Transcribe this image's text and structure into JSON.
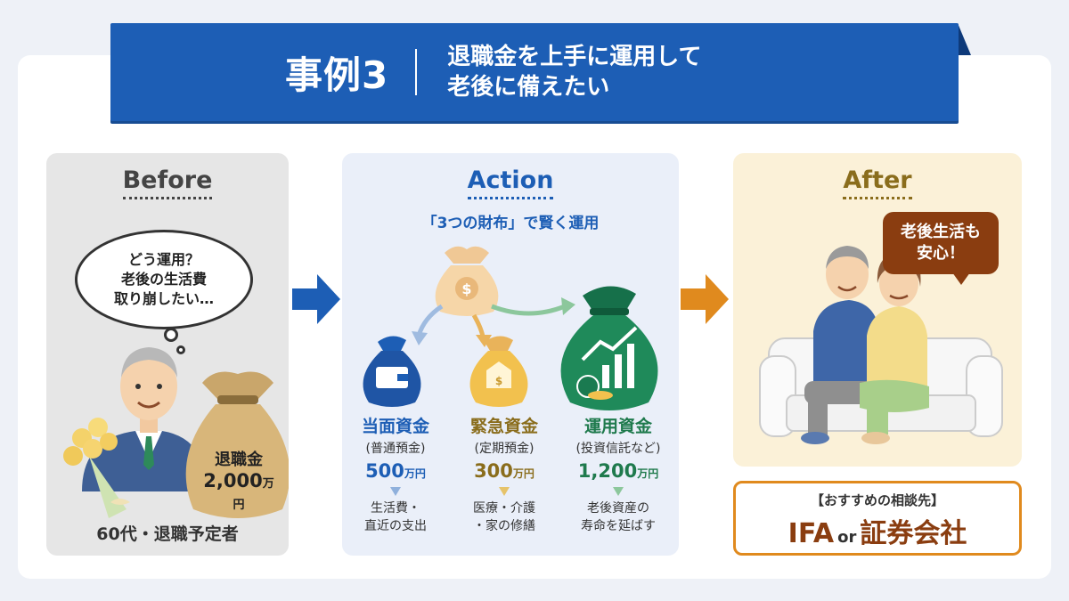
{
  "header": {
    "case_label": "事例3",
    "title_line1": "退職金を上手に運用して",
    "title_line2": "老後に備えたい"
  },
  "before": {
    "heading": "Before",
    "thought_line1": "どう運用？",
    "thought_line2": "老後の生活費",
    "thought_line3": "取り崩したい…",
    "bag_label": "退職金",
    "bag_amount": "2,000",
    "bag_unit": "万円",
    "person_label": "60代・退職予定者"
  },
  "action": {
    "heading": "Action",
    "subtitle": "「3つの財布」で賢く運用",
    "wallets": [
      {
        "name": "当面資金",
        "type": "(普通預金)",
        "amount": "500",
        "unit": "万円",
        "use_line1": "生活費・",
        "use_line2": "直近の支出"
      },
      {
        "name": "緊急資金",
        "type": "(定期預金)",
        "amount": "300",
        "unit": "万円",
        "use_line1": "医療・介護",
        "use_line2": "・家の修繕"
      },
      {
        "name": "運用資金",
        "type": "(投資信託など)",
        "amount": "1,200",
        "unit": "万円",
        "use_line1": "老後資産の",
        "use_line2": "寿命を延ばす"
      }
    ]
  },
  "after": {
    "heading": "After",
    "speech_line1": "老後生活も",
    "speech_line2": "安心！"
  },
  "recommendation": {
    "heading": "【おすすめの相談先】",
    "option1": "IFA",
    "connector": "or",
    "option2": "証券会社"
  },
  "colors": {
    "banner": "#1d5eb5",
    "action_blue": "#1d5eb5",
    "emergency_gold": "#8a6d1c",
    "invest_green": "#1f7a4d",
    "after_orange": "#e08a1e",
    "speech_brown": "#8a3d10"
  }
}
